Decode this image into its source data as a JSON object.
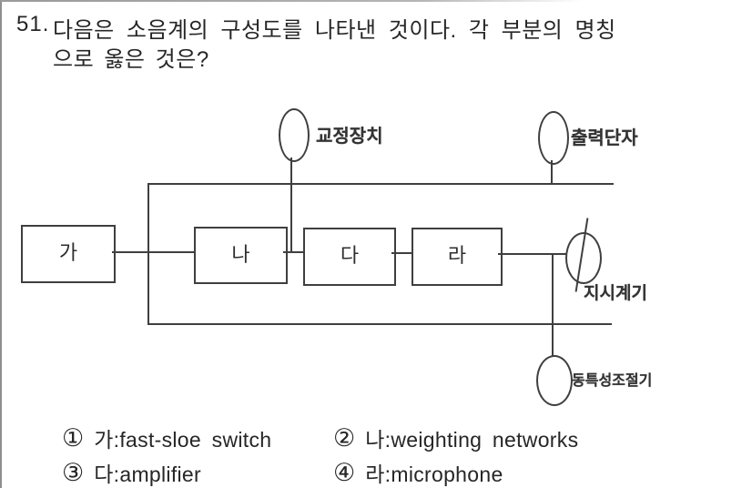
{
  "question": {
    "number": "51.",
    "line1": "다음은 소음계의 구성도를 나타낸 것이다. 각 부분의 명칭",
    "line2": "으로 옳은 것은?"
  },
  "diagram": {
    "boxes": [
      {
        "label": "가"
      },
      {
        "label": "나"
      },
      {
        "label": "다"
      },
      {
        "label": "라"
      }
    ],
    "labels": {
      "calibration": "교정장치",
      "output_terminal": "출력단자",
      "indicator": "지시계기",
      "dynamic_control": "동특성조절기"
    }
  },
  "options": [
    {
      "marker": "①",
      "label": "가:fast-sloe switch"
    },
    {
      "marker": "②",
      "label": "나:weighting networks"
    },
    {
      "marker": "③",
      "label": "다:amplifier"
    },
    {
      "marker": "④",
      "label": "라:microphone"
    }
  ],
  "colors": {
    "ink": "#262626",
    "line": "#3f3f3f",
    "background": "#ffffff"
  }
}
